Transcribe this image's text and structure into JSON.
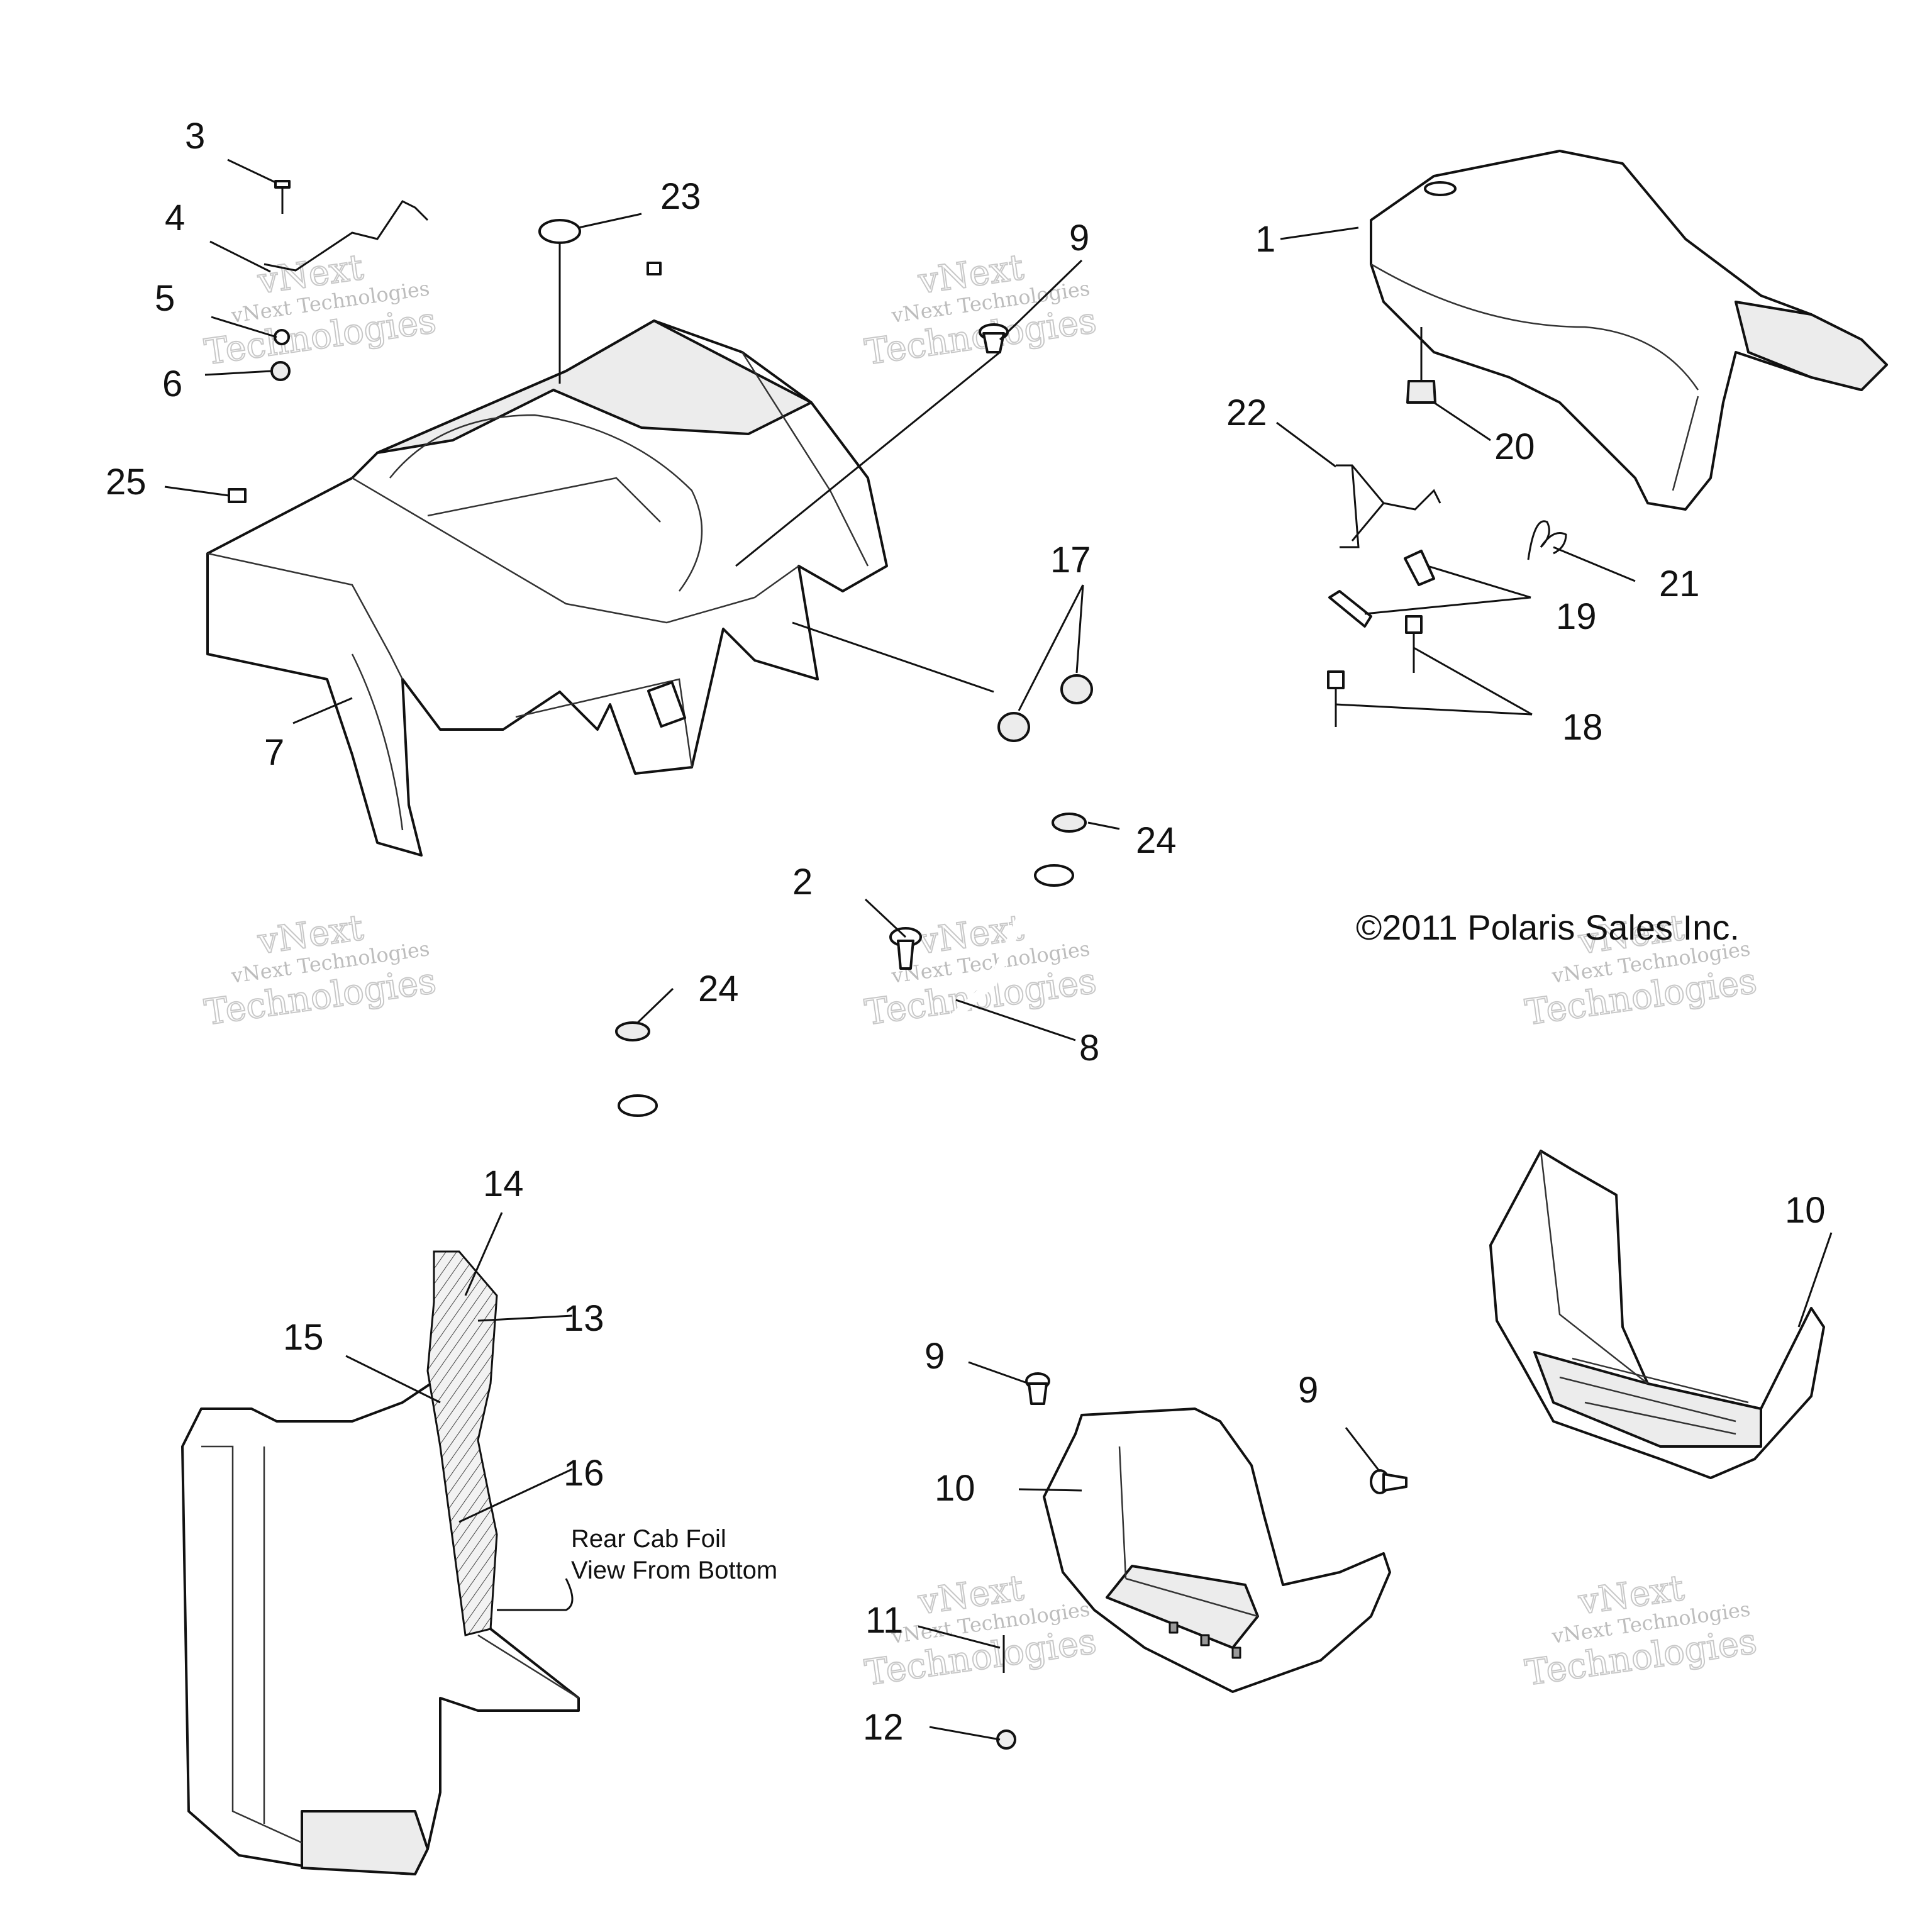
{
  "callouts": {
    "c1": "1",
    "c2": "2",
    "c3": "3",
    "c4": "4",
    "c5": "5",
    "c6": "6",
    "c7": "7",
    "c8": "8",
    "c9a": "9",
    "c9b": "9",
    "c9c": "9",
    "c10a": "10",
    "c10b": "10",
    "c11": "11",
    "c12": "12",
    "c13": "13",
    "c14": "14",
    "c15": "15",
    "c16": "16",
    "c17": "17",
    "c18": "18",
    "c19": "19",
    "c20": "20",
    "c21": "21",
    "c22": "22",
    "c23": "23",
    "c24a": "24",
    "c24b": "24",
    "c25": "25"
  },
  "notes": {
    "rear_cab_line1": "Rear Cab Foil",
    "rear_cab_line2": "View From Bottom"
  },
  "copyright": "©2011 Polaris Sales Inc.",
  "watermark": {
    "brand": "vNext",
    "line1": "vNext Technologies",
    "line2": "Technologies"
  }
}
